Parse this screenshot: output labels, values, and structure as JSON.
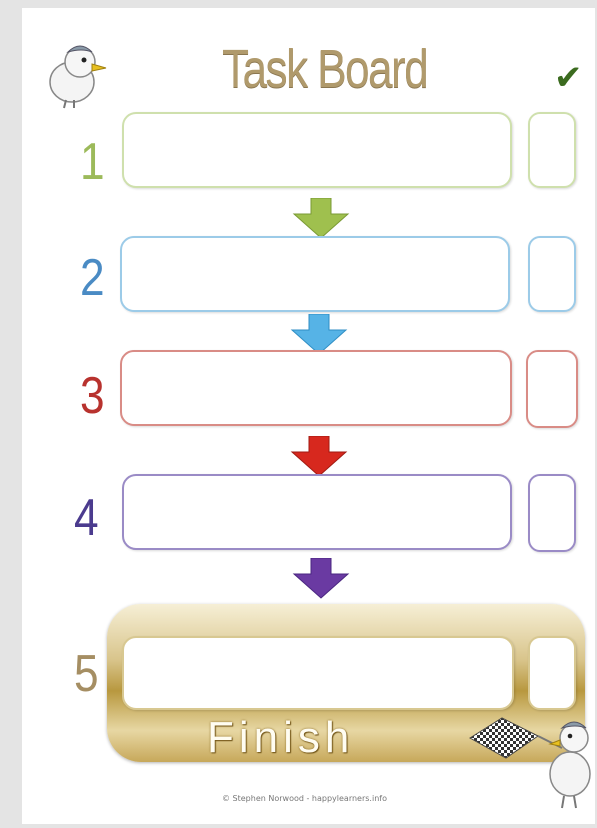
{
  "page": {
    "title": "Task Board",
    "check_mark": "✔"
  },
  "steps": [
    {
      "number": "1",
      "color": "#9cba5a",
      "border": "#cfe0ad"
    },
    {
      "number": "2",
      "color": "#4a8bc4",
      "border": "#9ccbe8"
    },
    {
      "number": "3",
      "color": "#b8322e",
      "border": "#d98c86"
    },
    {
      "number": "4",
      "color": "#4b3b8e",
      "border": "#9a8bc6"
    },
    {
      "number": "5",
      "color": "#a58e63",
      "border": "#c8b27c"
    }
  ],
  "arrows": [
    {
      "color": "#9fc04e"
    },
    {
      "color": "#56b3e6"
    },
    {
      "color": "#d7281e"
    },
    {
      "color": "#6a3aa2"
    }
  ],
  "finish": {
    "label": "Finish",
    "panel_color": "#c9ac5e"
  },
  "footer": {
    "credit": "© Stephen Norwood - happylearners.info"
  }
}
